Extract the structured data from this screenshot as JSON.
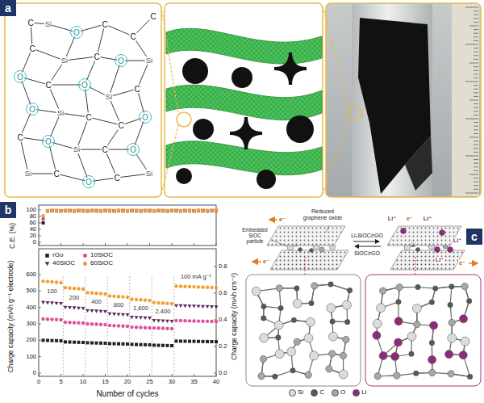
{
  "diagram": {
    "labels": [
      "a",
      "b",
      "c",
      "Si",
      "C",
      "O",
      "C",
      "C",
      "Si",
      "O",
      "C",
      "Si",
      "C",
      "O",
      "C",
      "O",
      "Si",
      "C",
      "O",
      "C",
      "C",
      "Si",
      "O",
      "C",
      "O",
      "Si",
      "C",
      "O",
      "Si",
      "C",
      "O",
      "C",
      "Si",
      "C",
      "C.E. (%)",
      "100",
      "80",
      "60",
      "40",
      "20",
      "0",
      "Charge capacity (mAh g⁻¹ electrode)",
      "600",
      "500",
      "400",
      "300",
      "200",
      "100",
      "0",
      "Charge capacity (mAh cm⁻²)",
      "0.8",
      "0.6",
      "0.4",
      "0.2",
      "0.0",
      "0",
      "5",
      "10",
      "15",
      "20",
      "25",
      "30",
      "35",
      "40",
      "Number of cycles",
      "100",
      "200",
      "400",
      "800",
      "1,600",
      "2,400",
      "100 mA g⁻¹",
      "Reduced graphene oxide",
      "Embedded SiOC particle",
      "LiₓSiOC/rGO",
      "SiOC/rGO",
      "e⁻",
      "e⁻",
      "e⁻",
      "e⁻",
      "Li⁺",
      "Li⁺",
      "Li⁺",
      "Li⁺"
    ],
    "legend": [
      {
        "text": "rGo"
      },
      {
        "text": "10SiOC"
      },
      {
        "text": "40SiOC"
      },
      {
        "text": "60SiOC"
      },
      {
        "text": "Si",
        "color": "#dcdcdc"
      },
      {
        "text": "C",
        "color": "#4d5f55"
      },
      {
        "text": "O",
        "color": "#a3aaa6"
      },
      {
        "text": "Li",
        "color": "#8e2a7a"
      }
    ]
  }
}
